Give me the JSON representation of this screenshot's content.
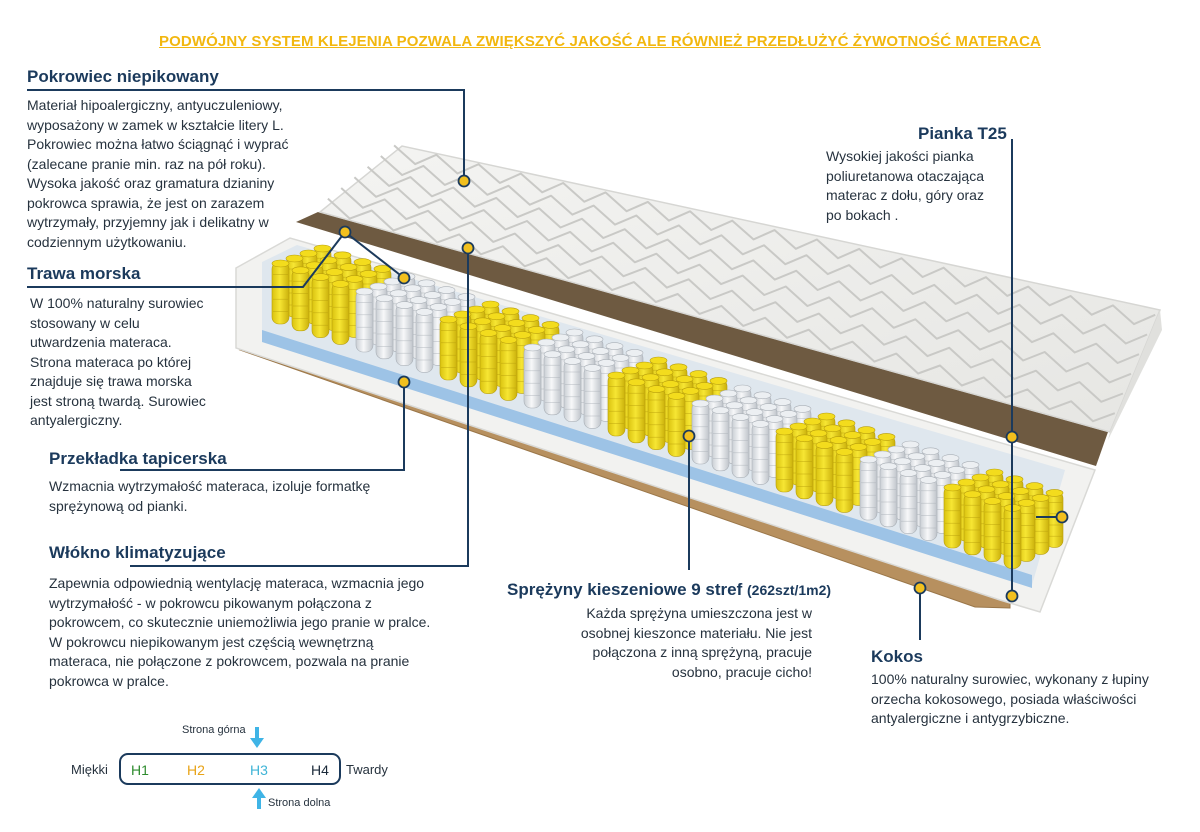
{
  "headline": "PODWÓJNY SYSTEM KLEJENIA POZWALA ZWIĘKSZYĆ JAKOŚĆ ALE RÓWNIEŻ PRZEDŁUŻYĆ ŻYWOTNOŚĆ MATERACA",
  "colors": {
    "accent": "#f2b70f",
    "title": "#1b3a5c",
    "line": "#1b3a5c",
    "dot": "#f2c01e",
    "spring_yellow": "#f3dc1d",
    "spring_white": "#eceff2"
  },
  "annotations": {
    "pokrowiec": {
      "title": "Pokrowiec  niepikowany",
      "lines": [
        "Materiał hipoalergiczny, antyuczuleniowy,",
        "wyposażony w zamek w kształcie litery L.",
        "Pokrowiec można łatwo ściągnąć i wyprać",
        "(zalecane pranie min.  raz na pół roku).",
        "Wysoka jakość oraz gramatura dzianiny",
        "pokrowca sprawia, że jest on zarazem",
        "wytrzymały, przyjemny jak i delikatny w",
        "codziennym użytkowaniu."
      ]
    },
    "trawa": {
      "title": "Trawa morska",
      "lines": [
        "W 100% naturalny surowiec",
        "stosowany w celu",
        "utwardzenia materaca.",
        "Strona materaca po której",
        "znajduje się trawa morska",
        "jest stroną twardą. Surowiec",
        "antyalergiczny."
      ]
    },
    "przekladka": {
      "title": "Przekładka tapicerska",
      "lines": [
        "Wzmacnia wytrzymałość materaca, izoluje formatkę",
        "sprężynową od pianki."
      ]
    },
    "wlokno": {
      "title": "Włókno klimatyzujące",
      "lines": [
        "Zapewnia odpowiednią wentylację materaca, wzmacnia jego",
        "wytrzymałość - w pokrowcu pikowanym połączona z",
        "pokrowcem, co skutecznie uniemożliwia jego pranie w pralce.",
        "W pokrowcu niepikowanym jest częścią wewnętrzną",
        "materaca, nie połączone z pokrowcem, pozwala na pranie",
        "pokrowca w pralce."
      ]
    },
    "sprezyny": {
      "title": "Sprężyny kieszeniowe 9 stref",
      "title_suffix": "(262szt/1m2)",
      "lines": [
        "Każda sprężyna umieszczona jest w",
        "osobnej kieszonce materiału. Nie jest",
        "połączona z inną sprężyną, pracuje",
        "osobno, pracuje cicho!"
      ]
    },
    "pianka": {
      "title": "Pianka T25",
      "lines": [
        "Wysokiej jakości pianka",
        "poliuretanowa otaczająca",
        "materac z dołu, góry oraz",
        "po bokach ."
      ]
    },
    "kokos": {
      "title": "Kokos",
      "lines": [
        "100% naturalny surowiec, wykonany z łupiny",
        "orzecha kokosowego, posiada właściwości",
        "antyalergiczne i antygrzybiczne."
      ]
    }
  },
  "firmness": {
    "soft_label": "Miękki",
    "hard_label": "Twardy",
    "top_label": "Strona górna",
    "bottom_label": "Strona dolna",
    "levels": [
      {
        "label": "H1",
        "color": "#2e8b2e"
      },
      {
        "label": "H2",
        "color": "#e8a317"
      },
      {
        "label": "H3",
        "color": "#3fb4d6"
      },
      {
        "label": "H4",
        "color": "#1b2a3a"
      }
    ],
    "arrow_color": "#3fb4e6"
  }
}
